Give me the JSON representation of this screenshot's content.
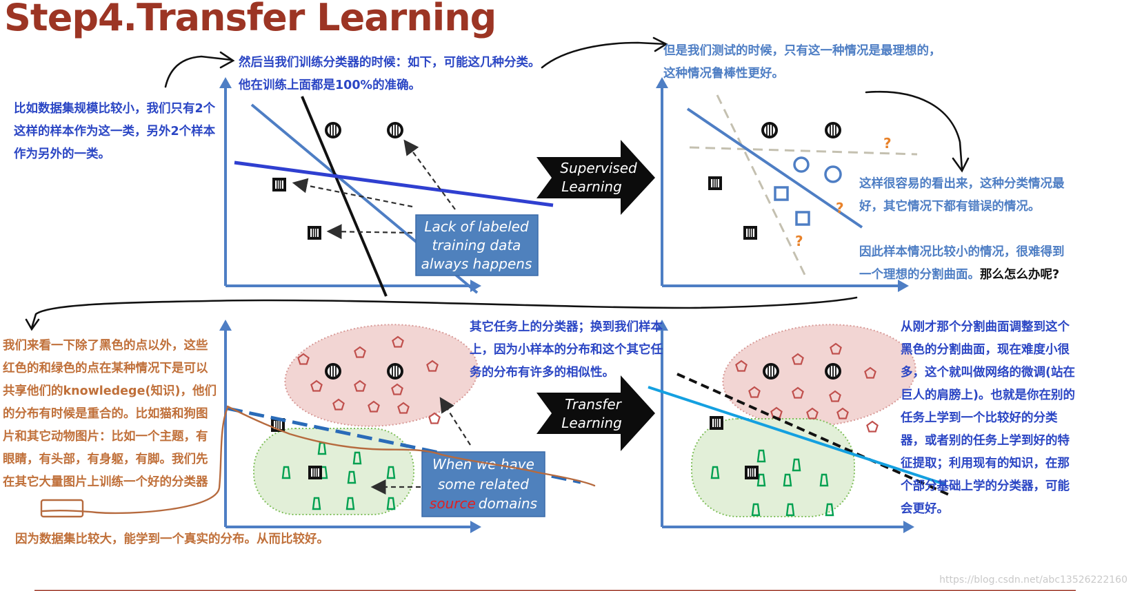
{
  "title": "Step4.Transfer Learning",
  "notes": {
    "top_left": "比如数据集规模比较小，我们只有2个这样的样本作为这一类，另外2个样本作为另外的一类。",
    "top_mid": "然后当我们训练分类器的时候：如下，可能这几种分类。他在训练上面都是100%的准确。",
    "top_right": "但是我们测试的时候，只有这一种情况是最理想的，这种情况鲁棒性更好。",
    "right_1": "这样很容易的看出来，这种分类情况最好，其它情况下都有错误的情况。",
    "right_2a": "因此样本情况比较小的情况，很难得到一个理想的分割曲面。",
    "right_2b": "那么怎么办呢?",
    "bottom_left": "我们来看一下除了黑色的点以外，这些红色的和绿色的点在某种情况下是可以共享他们的knowledege(知识)，他们的分布有时候是重合的。比如猫和狗图片和其它动物图片：比如一个主题，有眼睛，有头部，有身躯，有脚。我们先在其它大量图片上训练一个好的分类器",
    "bottom_under": "因为数据集比较大，能学到一个真实的分布。从而比较好。",
    "bottom_mid": "其它任务上的分类器；换到我们样本上，因为小样本的分布和这个其它任务的分布有许多的相似性。",
    "bottom_right": "从刚才那个分割曲面调整到这个黑色的分割曲面，现在难度小很多，这个就叫做网络的微调(站在巨人的肩膀上)。也就是你在别的任务上学到一个比较好的分类器，或者别的任务上学到好的特征提取；利用现有的知识，在那个部分基础上学的分类器，可能会更好。"
  },
  "boxes": {
    "lack_1": "Lack of labeled",
    "lack_2": "training data",
    "lack_3": "always happens",
    "related_1": "When we have",
    "related_2": "some related",
    "related_3_red": "source",
    "related_3_rest": "domains"
  },
  "arrows": {
    "supervised_1": "Supervised",
    "supervised_2": "Learning",
    "transfer_1": "Transfer",
    "transfer_2": "Learning"
  },
  "question_mark": "?",
  "watermark": "https://blog.csdn.net/abc13526222160",
  "colors": {
    "title": "#9c3524",
    "annotation_blue": "#2b46c4",
    "annotation_light_blue": "#4e7ec4",
    "annotation_brown": "#c0703a",
    "box_fill": "#4f81bd",
    "red_shape": "#c0504d",
    "green_shape": "#00a050"
  }
}
